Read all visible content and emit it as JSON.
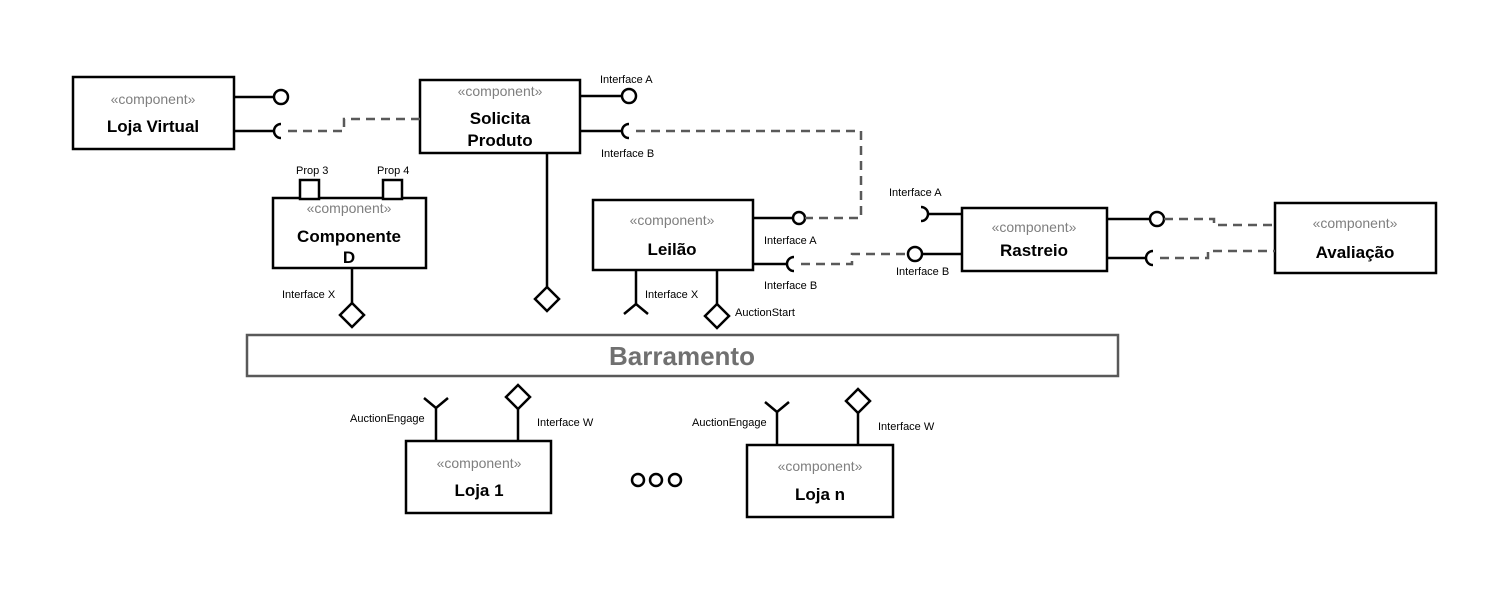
{
  "stereotype": "«component»",
  "components": {
    "loja_virtual": {
      "stereotype": "«component»",
      "name": "Loja Virtual"
    },
    "solicita_produto": {
      "stereotype": "«component»",
      "name_line1": "Solicita",
      "name_line2": "Produto"
    },
    "componente_d": {
      "stereotype": "«component»",
      "name_line1": "Componente",
      "name_line2": "D"
    },
    "leilao": {
      "stereotype": "«component»",
      "name": "Leilão"
    },
    "rastreio": {
      "stereotype": "«component»",
      "name": "Rastreio"
    },
    "avaliacao": {
      "stereotype": "«component»",
      "name": "Avaliação"
    },
    "loja1": {
      "stereotype": "«component»",
      "name": "Loja 1"
    },
    "lojan": {
      "stereotype": "«component»",
      "name": "Loja n"
    }
  },
  "labels": {
    "solicita_interface_a": "Interface A",
    "solicita_interface_b": "Interface B",
    "prop3": "Prop 3",
    "prop4": "Prop 4",
    "componente_d_interface_x": "Interface X",
    "leilao_interface_a": "Interface A",
    "leilao_interface_b": "Interface B",
    "leilao_interface_x": "Interface X",
    "leilao_auction_start": "AuctionStart",
    "rastreio_interface_a": "Interface A",
    "rastreio_interface_b": "Interface B",
    "loja1_auction_engage": "AuctionEngage",
    "loja1_interface_w": "Interface W",
    "lojan_auction_engage": "AuctionEngage",
    "lojan_interface_w": "Interface W"
  },
  "bus": {
    "label": "Barramento"
  },
  "ellipsis_glyph": "ooo"
}
